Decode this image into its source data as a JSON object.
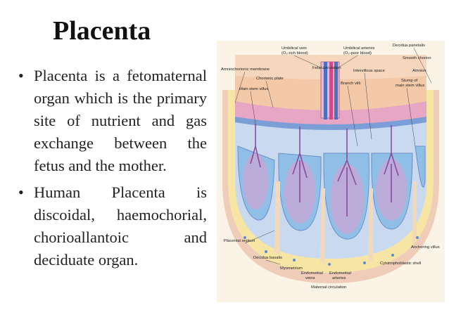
{
  "slide": {
    "title": "Placenta",
    "bullets": [
      "Placenta is a fetomaternal organ which is the primary site of nutrient and gas exchange between the fetus and the mother.",
      "Human Placenta is discoidal, haemochorial, chorioallantoic and deciduate organ."
    ]
  },
  "figure": {
    "labels": {
      "umbilical_vein": "Umbilical vein",
      "umbilical_vein_sub": "(O₂-rich blood)",
      "umbilical_arteries": "Umbilical arteries",
      "umbilical_arteries_sub": "(O₂-poor blood)",
      "decidua_parietalis": "Decidua parietalis",
      "amniochorionic_membrane": "Amniochorionic membrane",
      "fetal_circulation": "Fetal circulation",
      "smooth_chorion": "Smooth chorion",
      "chorionic_plate": "Chorionic plate",
      "intervillous_space": "Intervillous space",
      "amnion": "Amnion",
      "main_stem_villus": "Main stem villus",
      "branch_villi": "Branch villi",
      "stump_of_main_stem_villus": "Stump of",
      "stump_of_main_stem_villus_2": "main stem villus",
      "placental_septum": "Placental septum",
      "anchoring_villus": "Anchoring villus",
      "decidua_basalis": "Decidua basalis",
      "cytotrophoblastic_shell": "Cytotrophoblastic shell",
      "myometrium": "Myometrium",
      "endometrial_veins": "Endometrial",
      "endometrial_veins_2": "veins",
      "endometrial_arteries": "Endometrial",
      "endometrial_arteries_2": "arteries",
      "maternal_circulation": "Maternal circulation"
    }
  }
}
